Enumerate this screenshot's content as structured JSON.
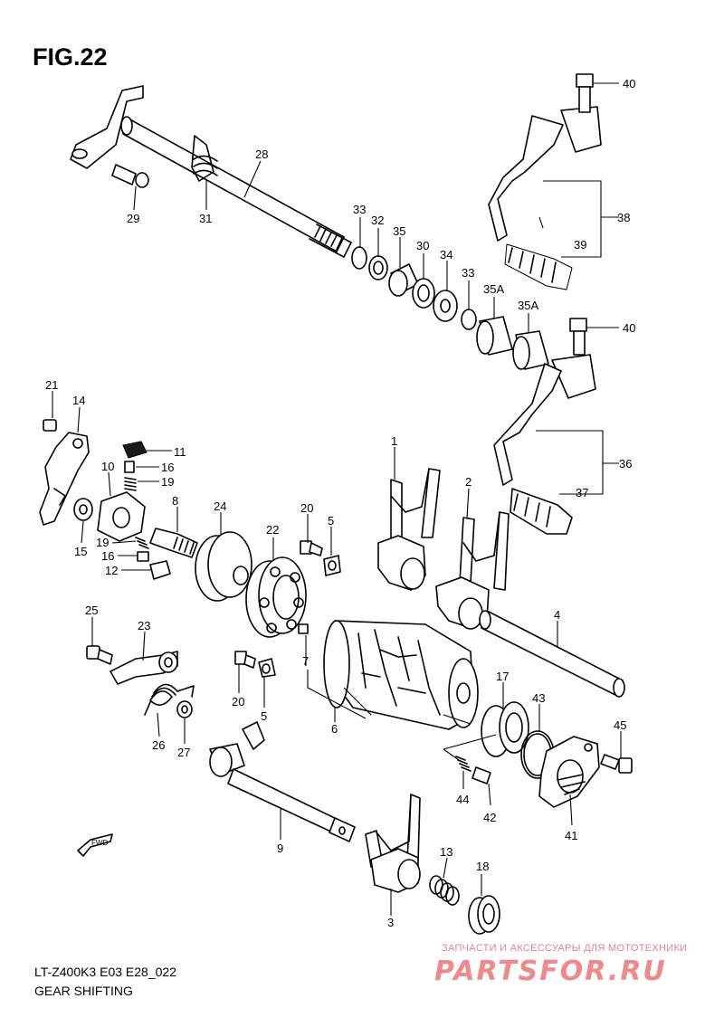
{
  "header": {
    "title": "FIG.22"
  },
  "footer": {
    "model": "LT-Z400K3 E03 E28_022",
    "section": "GEAR SHIFTING"
  },
  "watermark": {
    "tagline": "ЗАПЧАСТИ И АКСЕССУАРЫ ДЛЯ МОТОТЕХНИКИ",
    "logo": "PARTSFOR.RU"
  },
  "direction_marker": "FWD",
  "labels": {
    "l40a": "40",
    "l40b": "40",
    "l28": "28",
    "l29": "29",
    "l31": "31",
    "l33a": "33",
    "l32": "32",
    "l35": "35",
    "l30": "30",
    "l34": "34",
    "l33b": "33",
    "l35a1": "35A",
    "l35a2": "35A",
    "l38": "38",
    "l39": "39",
    "l36": "36",
    "l37": "37",
    "l21": "21",
    "l14": "14",
    "l11": "11",
    "l16a": "16",
    "l19a": "19",
    "l10": "10",
    "l8": "8",
    "l24": "24",
    "l15": "15",
    "l19b": "19",
    "l16b": "16",
    "l12": "12",
    "l22": "22",
    "l20a": "20",
    "l5a": "5",
    "l1": "1",
    "l2": "2",
    "l4": "4",
    "l25": "25",
    "l23": "23",
    "l7": "7",
    "l20b": "20",
    "l5b": "5",
    "l6": "6",
    "l17": "17",
    "l43": "43",
    "l45": "45",
    "l26": "26",
    "l27": "27",
    "l44": "44",
    "l42": "42",
    "l41": "41",
    "l9": "9",
    "l13": "13",
    "l18": "18",
    "l3": "3"
  }
}
